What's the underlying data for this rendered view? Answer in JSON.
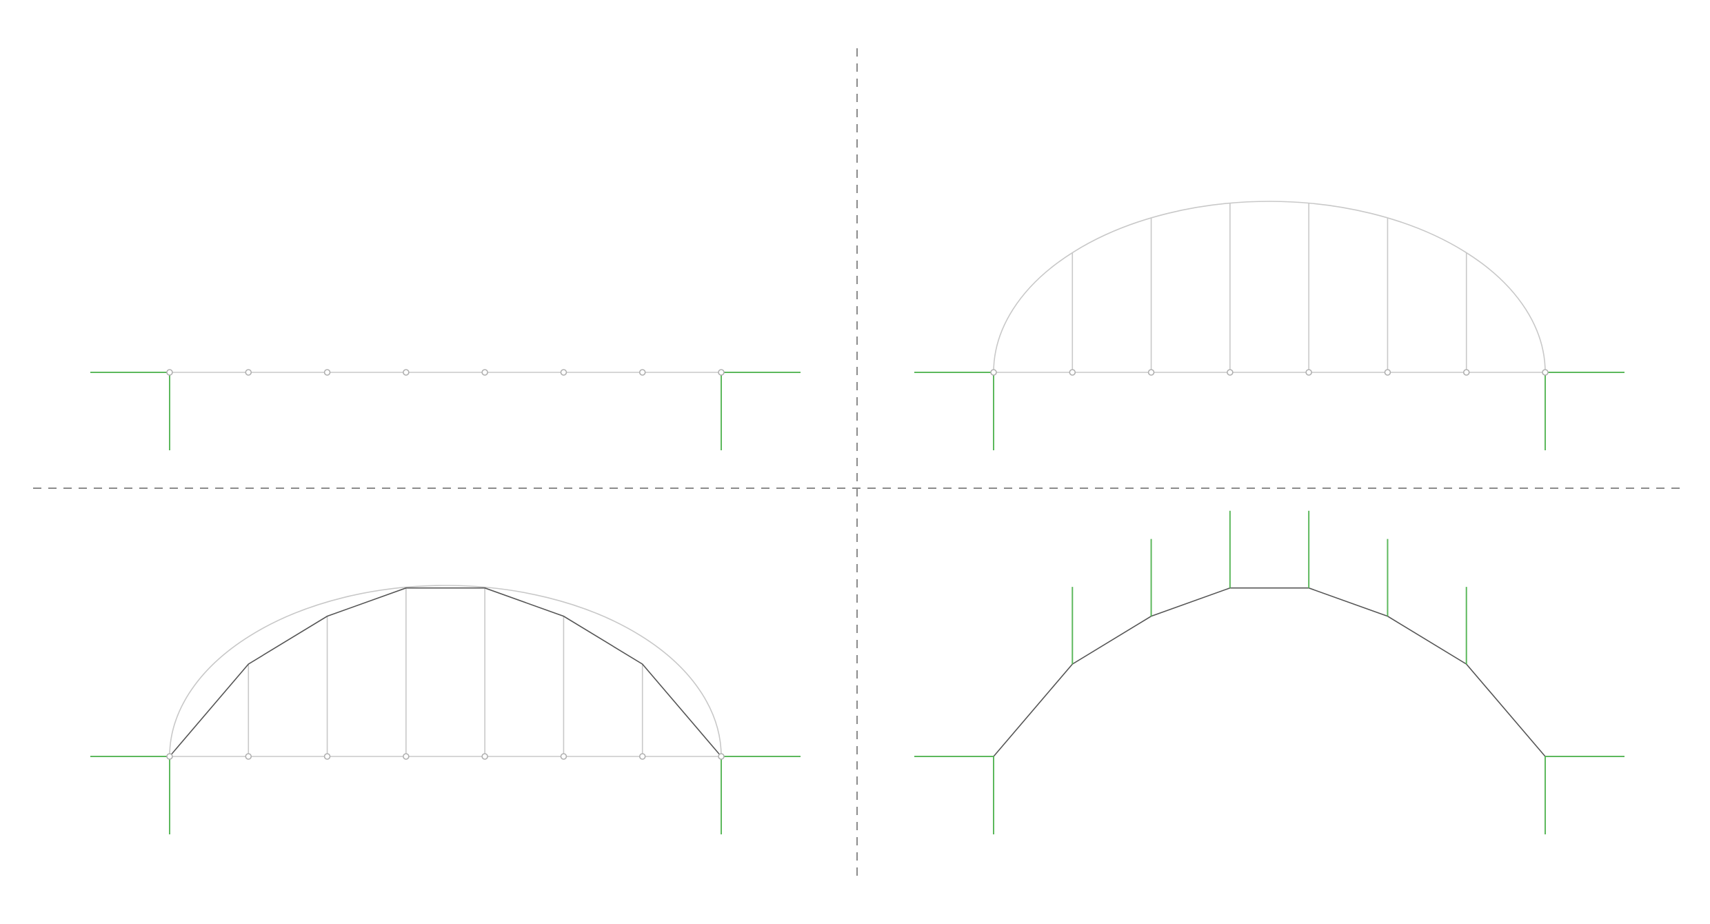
{
  "colors": {
    "background": "#ffffff",
    "divider": "#8a8a8a",
    "connection": "#5cb85c",
    "construction": "#c8c8c8",
    "polyline": "#555555",
    "node": "#b0b0b0"
  },
  "steps": [
    {
      "name": "base-line-divided",
      "show_nodes": true,
      "show_arc": false,
      "show_verticals": false,
      "show_polyline": false,
      "show_node_stems": false
    },
    {
      "name": "arc-projected",
      "show_nodes": true,
      "show_arc": true,
      "show_verticals": true,
      "show_polyline": false,
      "show_node_stems": false
    },
    {
      "name": "polyline-approximation",
      "show_nodes": true,
      "show_arc": true,
      "show_verticals": true,
      "show_polyline": true,
      "show_node_stems": false
    },
    {
      "name": "segmented-arch",
      "show_nodes": false,
      "show_arc": false,
      "show_verticals": false,
      "show_polyline": true,
      "show_node_stems": true
    }
  ],
  "divisions": 7,
  "arch_profile": [
    0,
    0.54,
    0.82,
    0.985,
    0.985,
    0.82,
    0.54,
    0
  ]
}
